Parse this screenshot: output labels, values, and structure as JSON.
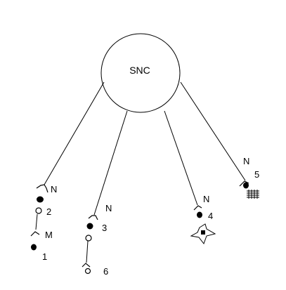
{
  "hub": {
    "label": "SNC"
  },
  "chains": [
    {
      "name": "chain-2-1",
      "labels": {
        "top_letter": "N",
        "top_num": "2",
        "mid_letter": "M",
        "bottom_num": "1"
      }
    },
    {
      "name": "chain-3-6",
      "labels": {
        "top_letter": "N",
        "top_num": "3",
        "bottom_num": "6"
      }
    },
    {
      "name": "chain-4",
      "labels": {
        "top_letter": "N",
        "top_num": "4"
      }
    },
    {
      "name": "chain-5",
      "labels": {
        "top_letter": "N",
        "top_num": "5"
      }
    }
  ]
}
